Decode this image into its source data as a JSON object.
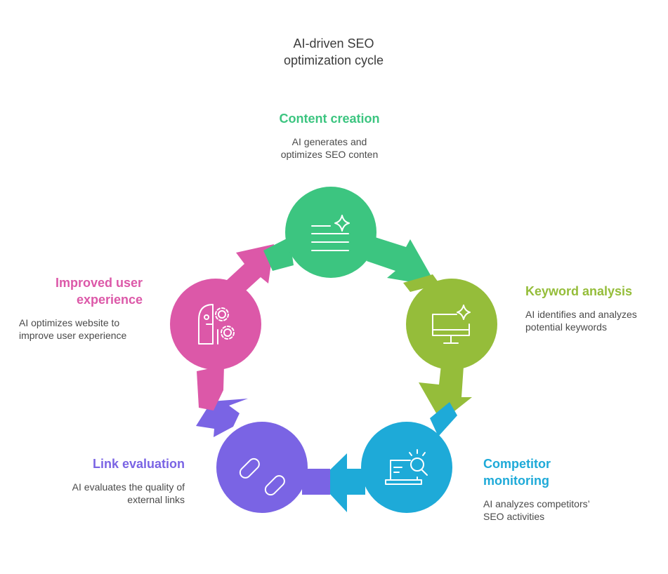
{
  "title": [
    "AI-driven SEO",
    "optimization cycle"
  ],
  "colors": {
    "content": "#3cc580",
    "keyword": "#95bd3a",
    "competitor": "#1eaad8",
    "link": "#7a64e4",
    "ux": "#dc58a8"
  },
  "steps": [
    {
      "id": "content-creation",
      "title": [
        "Content creation"
      ],
      "description": [
        "AI generates and",
        "optimizes SEO conten"
      ],
      "icon": "document-sparkle-icon"
    },
    {
      "id": "keyword-analysis",
      "title": [
        "Keyword analysis"
      ],
      "description": [
        "AI identifies and analyzes",
        "potential keywords"
      ],
      "icon": "monitor-sparkle-icon"
    },
    {
      "id": "competitor-monitoring",
      "title": [
        "Competitor",
        "monitoring"
      ],
      "description": [
        "AI analyzes competitors’",
        "SEO activities"
      ],
      "icon": "laptop-search-icon"
    },
    {
      "id": "link-evaluation",
      "title": [
        "Link evaluation"
      ],
      "description": [
        "AI evaluates the quality of",
        "external links"
      ],
      "icon": "chain-link-icon"
    },
    {
      "id": "improved-user-experience",
      "title": [
        "Improved user",
        "experience"
      ],
      "description": [
        "AI optimizes website to",
        "improve user experience"
      ],
      "icon": "head-gear-icon"
    }
  ]
}
